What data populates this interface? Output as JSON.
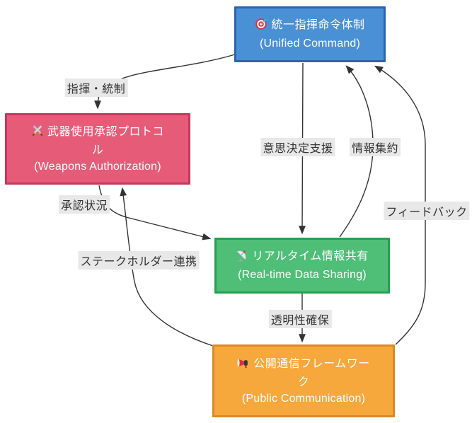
{
  "diagram": {
    "type": "flowchart",
    "nodes": [
      {
        "id": "A",
        "icon": "target-icon",
        "label_jp": "統一指揮命令体制",
        "label_en": "(Unified Command)",
        "fill": "#4a90d5",
        "border": "#2a65ae"
      },
      {
        "id": "B",
        "icon": "crossed-swords-icon",
        "label_jp": "武器使用承認プロトコル",
        "label_en": "(Weapons Authorization)",
        "fill": "#e65c78",
        "border": "#bf3a5c"
      },
      {
        "id": "C",
        "icon": "satellite-antenna-icon",
        "label_jp": "リアルタイム情報共有",
        "label_en": "(Real-time Data Sharing)",
        "fill": "#4fbe77",
        "border": "#27a052"
      },
      {
        "id": "D",
        "icon": "loudspeaker-icon",
        "label_jp": "公開通信フレームワーク",
        "label_en": "(Public Communication)",
        "fill": "#f6a83c",
        "border": "#d88a28"
      }
    ],
    "edges": [
      {
        "from": "A",
        "to": "B",
        "label": "指揮・統制"
      },
      {
        "from": "A",
        "to": "C",
        "label": "意思決定支援"
      },
      {
        "from": "C",
        "to": "A",
        "label": "情報集約"
      },
      {
        "from": "B",
        "to": "C",
        "label": "承認状況"
      },
      {
        "from": "D",
        "to": "B",
        "label": "ステークホルダー連携"
      },
      {
        "from": "C",
        "to": "D",
        "label": "透明性確保"
      },
      {
        "from": "D",
        "to": "A",
        "label": "フィードバック"
      }
    ],
    "colors": {
      "edge_line": "#333333",
      "edge_label_bg": "#e8e8e8",
      "edge_label_text": "#333333",
      "node_text": "#ffffff",
      "background": "#ffffff"
    }
  }
}
